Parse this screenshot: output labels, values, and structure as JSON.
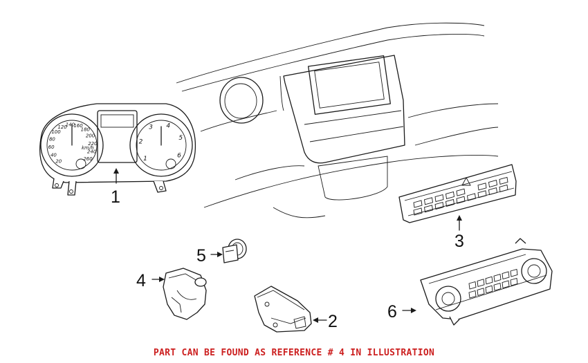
{
  "callouts": [
    {
      "id": "1",
      "label": "1",
      "part": "instrument-cluster"
    },
    {
      "id": "2",
      "label": "2",
      "part": "switch-module-2"
    },
    {
      "id": "3",
      "label": "3",
      "part": "center-switch-panel"
    },
    {
      "id": "4",
      "label": "4",
      "part": "headlight-switch"
    },
    {
      "id": "5",
      "label": "5",
      "part": "small-switch"
    },
    {
      "id": "6",
      "label": "6",
      "part": "climate-control-panel"
    }
  ],
  "speedometer": {
    "ticks": [
      "20",
      "40",
      "60",
      "80",
      "100",
      "120",
      "140",
      "160",
      "180",
      "200",
      "220",
      "240",
      "260"
    ],
    "unit": "km/h"
  },
  "tachometer": {
    "ticks": [
      "1",
      "2",
      "3",
      "4",
      "5",
      "6"
    ]
  },
  "caption": {
    "text": "PART CAN BE FOUND AS REFERENCE # 4 IN ILLUSTRATION",
    "color": "#cc1f1f"
  }
}
